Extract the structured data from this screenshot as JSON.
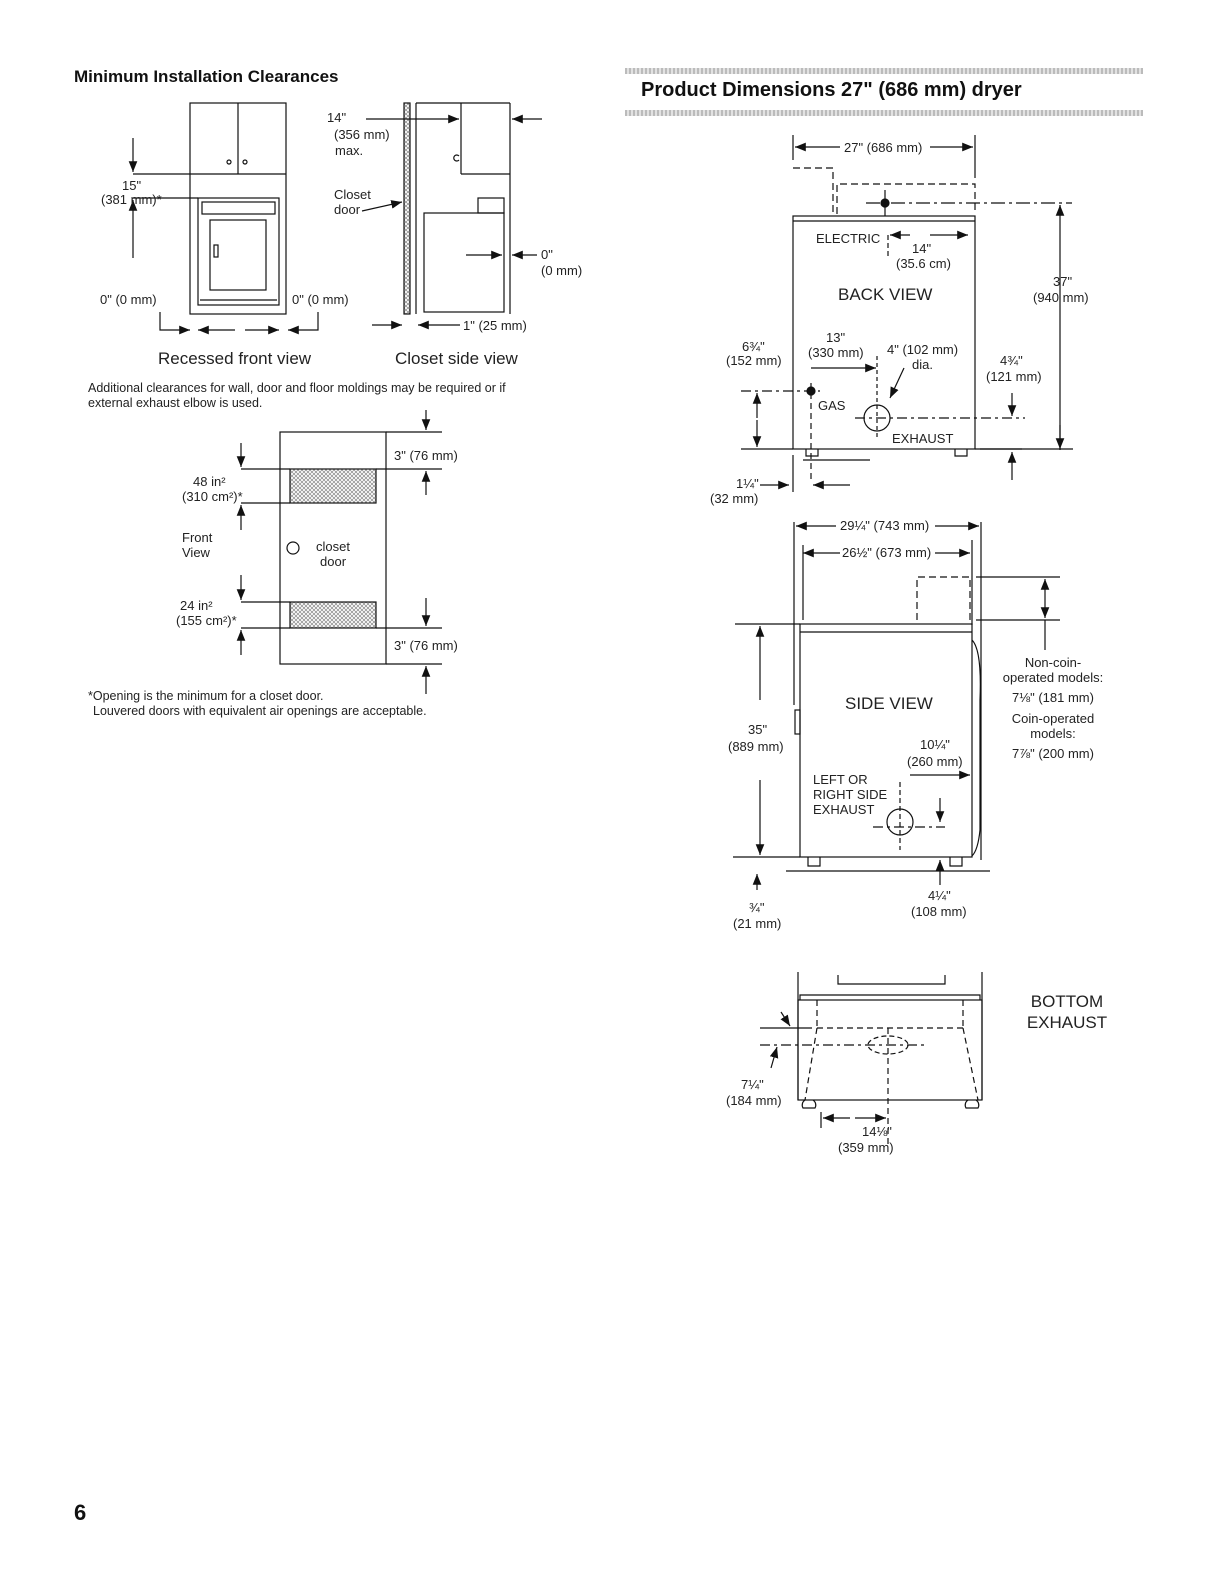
{
  "left_section": {
    "heading": "Minimum Installation Clearances",
    "recessed_front_view": {
      "caption": "Recessed front view",
      "top_clearance": "15\"",
      "top_clearance_mm": "(381 mm)*",
      "left_side": "0\" (0 mm)",
      "right_side": "0\" (0 mm)"
    },
    "closet_side_view": {
      "caption": "Closet side view",
      "cabinet_depth": "14\"",
      "cabinet_depth_mm": "(356 mm)",
      "cabinet_depth_max": "max.",
      "closet_door_label_1": "Closet",
      "closet_door_label_2": "door",
      "rear_clearance": "0\"",
      "rear_clearance_mm": "(0 mm)",
      "door_clearance": "1\" (25 mm)"
    },
    "additional_note_line1": "Additional clearances for wall, door and floor moldings may be required or if",
    "additional_note_line2": "external exhaust elbow is used.",
    "closet_door_front": {
      "top_opening": "48 in²",
      "top_opening_cm": "(310 cm²)*",
      "front_label_1": "Front",
      "front_label_2": "View",
      "door_label_1": "closet",
      "door_label_2": "door",
      "bottom_opening": "24 in²",
      "bottom_opening_cm": "(155 cm²)*",
      "top_gap": "3\" (76 mm)",
      "bottom_gap": "3\" (76 mm)"
    },
    "footnote_line1": "*Opening is the minimum for a closet door.",
    "footnote_line2": "Louvered doors with equivalent air openings are acceptable."
  },
  "right_section": {
    "heading": "Product Dimensions 27\" (686 mm) dryer",
    "back_view": {
      "title": "BACK VIEW",
      "width": "27\" (686 mm)",
      "electric": "ELECTRIC",
      "electric_offset": "14\"",
      "electric_offset_cm": "(35.6 cm)",
      "height": "37\"",
      "height_mm": "(940 mm)",
      "gas_height": "6¾\"",
      "gas_height_mm": "(152 mm)",
      "exhaust_offset": "13\"",
      "exhaust_offset_mm": "(330 mm)",
      "exhaust_dia": "4\" (102 mm)",
      "exhaust_dia_label": "dia.",
      "exhaust_height": "4¾\"",
      "exhaust_height_mm": "(121 mm)",
      "gas": "GAS",
      "exhaust": "EXHAUST",
      "gas_side": "1¼\"",
      "gas_side_mm": "(32 mm)"
    },
    "side_view": {
      "title": "SIDE VIEW",
      "depth_total": "29¼\" (743 mm)",
      "depth_cabinet": "26½\" (673 mm)",
      "height": "35\"",
      "height_mm": "(889 mm)",
      "noncoin_1": "Non-coin-",
      "noncoin_2": "operated models:",
      "noncoin_value": "7⅛\" (181 mm)",
      "coin_1": "Coin-operated",
      "coin_2": "models:",
      "coin_value": "7⅞\" (200 mm)",
      "exhaust_offset": "10¼\"",
      "exhaust_offset_mm": "(260 mm)",
      "exhaust_label_1": "LEFT OR",
      "exhaust_label_2": "RIGHT SIDE",
      "exhaust_label_3": "EXHAUST",
      "foot": "¾\"",
      "foot_mm": "(21 mm)",
      "exhaust_height": "4¼\"",
      "exhaust_height_mm": "(108 mm)"
    },
    "bottom_exhaust": {
      "title_1": "BOTTOM",
      "title_2": "EXHAUST",
      "depth": "7¼\"",
      "depth_mm": "(184 mm)",
      "offset": "14⅛\"",
      "offset_mm": "(359 mm)"
    }
  },
  "page_number": "6"
}
